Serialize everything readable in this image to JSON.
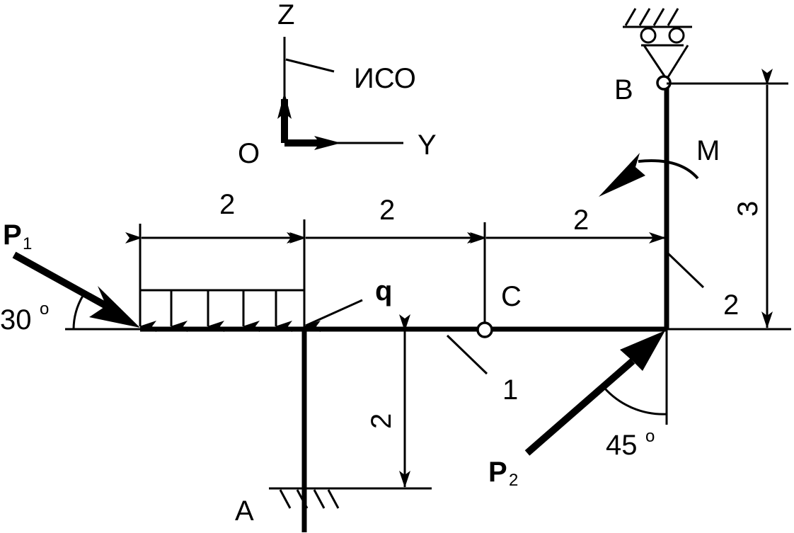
{
  "frame": {
    "axis_z": "Z",
    "axis_y": "Y",
    "origin": "O",
    "frame_label": "ИСО"
  },
  "points": {
    "a": "A",
    "b": "B",
    "c": "C"
  },
  "loads": {
    "p1_letter": "P",
    "p1_sub": "1",
    "p1_angle": "30",
    "p2_letter": "P",
    "p2_sub": "2",
    "p2_angle": "45",
    "distributed": "q",
    "moment": "M"
  },
  "dimensions": {
    "top_left": "2",
    "top_middle": "2",
    "top_right": "2",
    "right_vertical": "3",
    "lower_vertical": "2"
  },
  "part_labels": {
    "part_1": "1",
    "part_2": "2"
  },
  "degree_mark": "o"
}
